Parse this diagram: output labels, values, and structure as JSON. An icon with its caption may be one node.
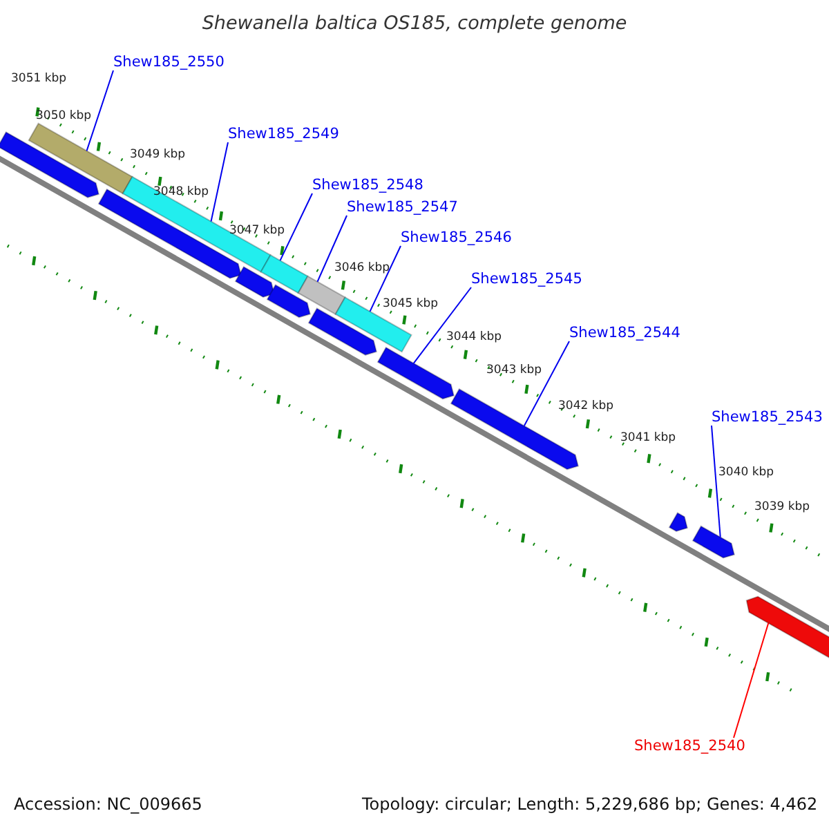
{
  "diagram": {
    "title": "Shewanella baltica OS185, complete genome",
    "nodes": [
      {
        "text": [
          "Shew185_2550"
        ]
      },
      {
        "text": [
          "Shew185_2549"
        ]
      },
      {
        "text": [
          "Shew185_2548"
        ]
      },
      {
        "text": [
          "Shew185_2547"
        ]
      },
      {
        "text": [
          "Shew185_2546"
        ]
      },
      {
        "text": [
          "Shew185_2545"
        ]
      },
      {
        "text": [
          "Shew185_2544"
        ]
      },
      {
        "text": [
          "Shew185_2543"
        ]
      },
      {
        "text": [
          "Shew185_2540"
        ]
      },
      {
        "text": [],
        "shape": "bar"
      },
      {
        "text": [],
        "shape": "bar"
      },
      {
        "text": [],
        "shape": "bar"
      },
      {
        "text": [],
        "shape": "bar"
      },
      {
        "text": [],
        "shape": "bar"
      },
      {
        "text": [],
        "shape": "bar"
      },
      {
        "text": [],
        "shape": "bar"
      },
      {
        "text": [],
        "shape": "bar"
      },
      {
        "text": [],
        "shape": "bar"
      },
      {
        "text": [],
        "shape": "bar"
      },
      {
        "text": [],
        "shape": "bar"
      },
      {
        "text": [],
        "shape": "bar"
      },
      {
        "text": [],
        "shape": "bar"
      },
      {
        "text": [],
        "shape": "bar"
      },
      {
        "text": [],
        "shape": "bar"
      }
    ],
    "edges": [
      {
        "from": 0,
        "to": 10,
        "arrow": "none"
      },
      {
        "from": 1,
        "to": 12,
        "arrow": "none"
      },
      {
        "from": 2,
        "to": 14,
        "arrow": "none"
      },
      {
        "from": 3,
        "to": 16,
        "arrow": "none"
      },
      {
        "from": 4,
        "to": 18,
        "arrow": "none"
      },
      {
        "from": 5,
        "to": 19,
        "arrow": "none"
      },
      {
        "from": 6,
        "to": 20,
        "arrow": "none"
      },
      {
        "from": 7,
        "to": 22,
        "arrow": "none"
      },
      {
        "from": 8,
        "to": 23,
        "arrow": "none",
        "color": "#ff0000"
      }
    ],
    "labels": [
      "3051 kbp",
      "3050 kbp",
      "3049 kbp",
      "3048 kbp",
      "3047 kbp",
      "3046 kbp",
      "3045 kbp",
      "3044 kbp",
      "3043 kbp",
      "3042 kbp",
      "3041 kbp",
      "3040 kbp",
      "3039 kbp",
      "Accession: NC_009665",
      "Topology: circular; Length: 5,229,686 bp; Genes: 4,462"
    ]
  }
}
